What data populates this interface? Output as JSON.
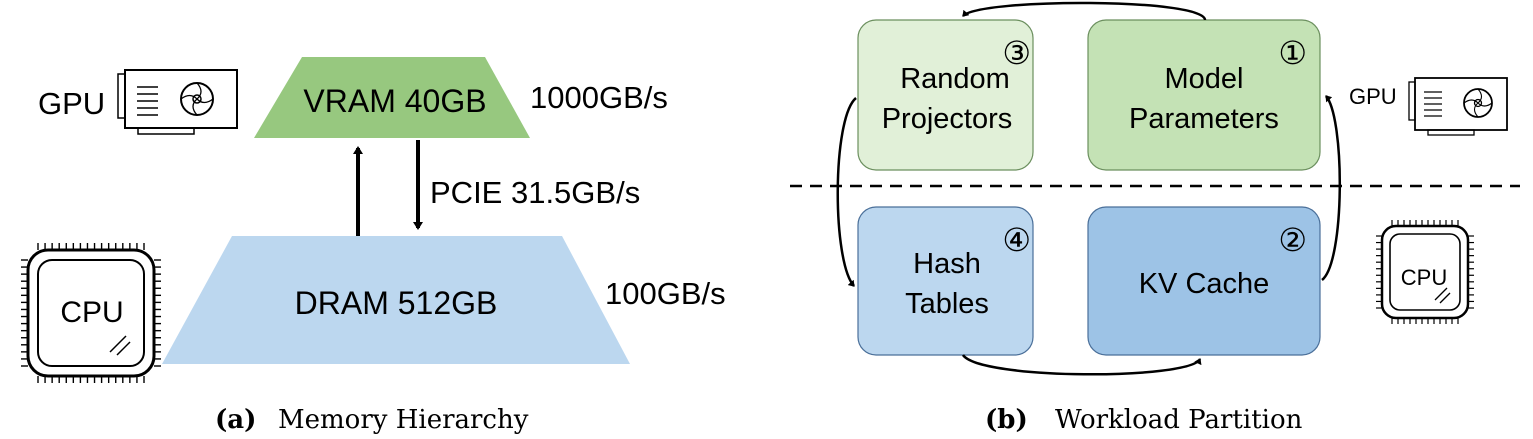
{
  "panel_a": {
    "gpu_label": "GPU",
    "cpu_label": "CPU",
    "vram_label": "VRAM 40GB",
    "vram_bandwidth": "1000GB/s",
    "pcie_label": "PCIE 31.5GB/s",
    "dram_label": "DRAM 512GB",
    "dram_bandwidth": "100GB/s",
    "caption_tag": "(a)",
    "caption_text": "Memory Hierarchy",
    "colors": {
      "vram": "#97c87f",
      "dram": "#bcd7ef"
    }
  },
  "panel_b": {
    "boxes": [
      {
        "num": "③",
        "line1": "Random",
        "line2": "Projectors",
        "fill": "#e1f0d8"
      },
      {
        "num": "①",
        "line1": "Model",
        "line2": "Parameters",
        "fill": "#c4e2b5"
      },
      {
        "num": "④",
        "line1": "Hash",
        "line2": "Tables",
        "fill": "#bcd7ef"
      },
      {
        "num": "②",
        "line1": "KV Cache",
        "line2": "",
        "fill": "#9dc3e6"
      }
    ],
    "gpu_label": "GPU",
    "cpu_label": "CPU",
    "caption_tag": "(b)",
    "caption_text": "Workload Partition",
    "colors": {
      "box_border": "#5a7a50",
      "box_border_blue": "#4a6f99"
    }
  }
}
